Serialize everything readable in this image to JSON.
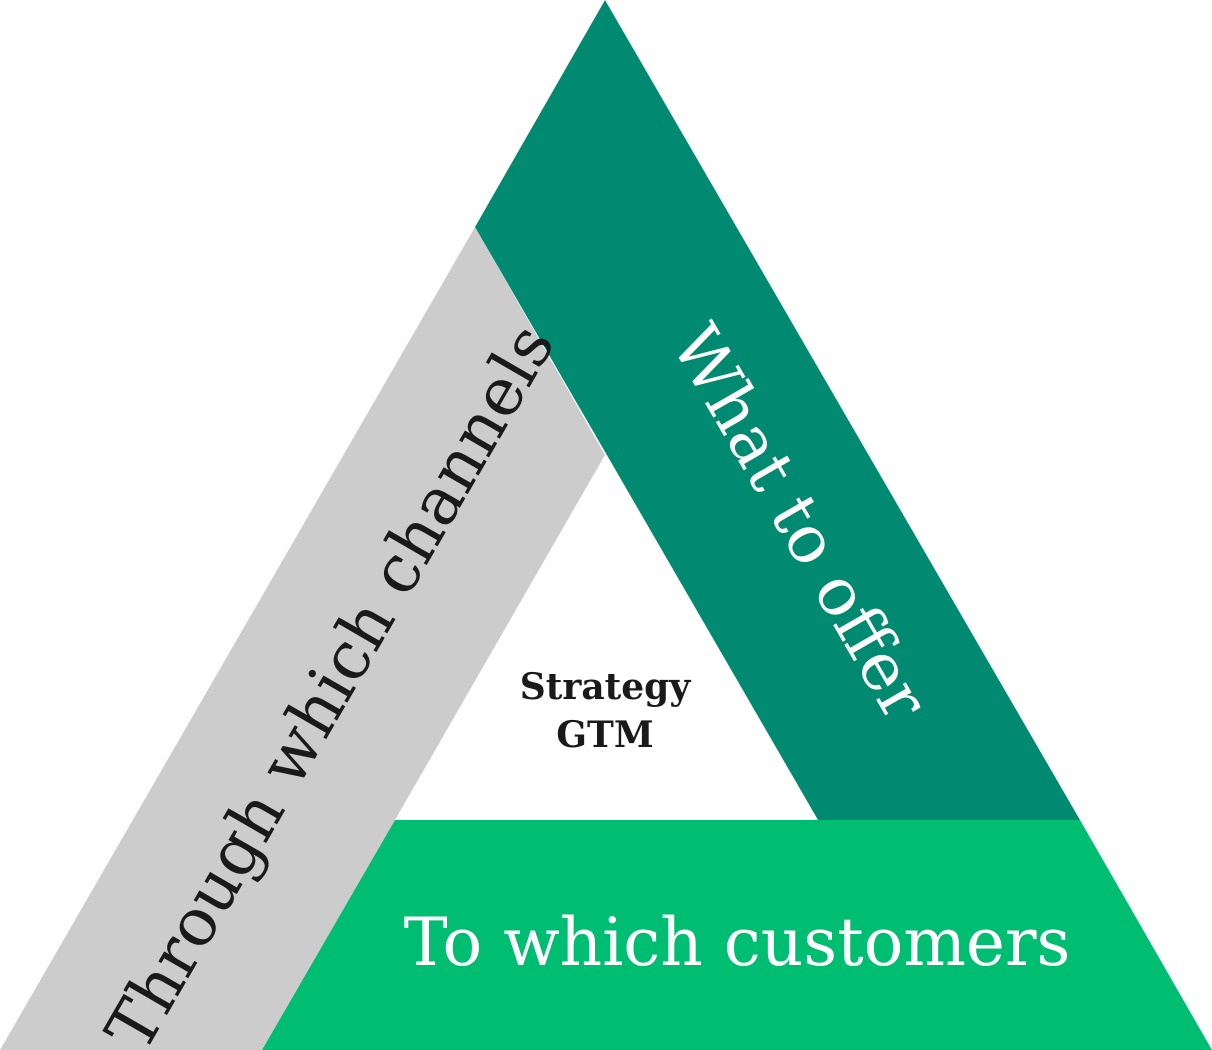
{
  "diagram": {
    "center": {
      "line1": "Strategy",
      "line2": "GTM"
    },
    "sides": {
      "left": {
        "label": "Through which channels",
        "color": "#cccccc",
        "text_color": "#1a1a1a"
      },
      "right": {
        "label": "What to offer",
        "color": "#008a72",
        "text_color": "#ffffff"
      },
      "bottom": {
        "label": "To which customers",
        "color": "#00be71",
        "text_color": "#ffffff"
      }
    }
  }
}
